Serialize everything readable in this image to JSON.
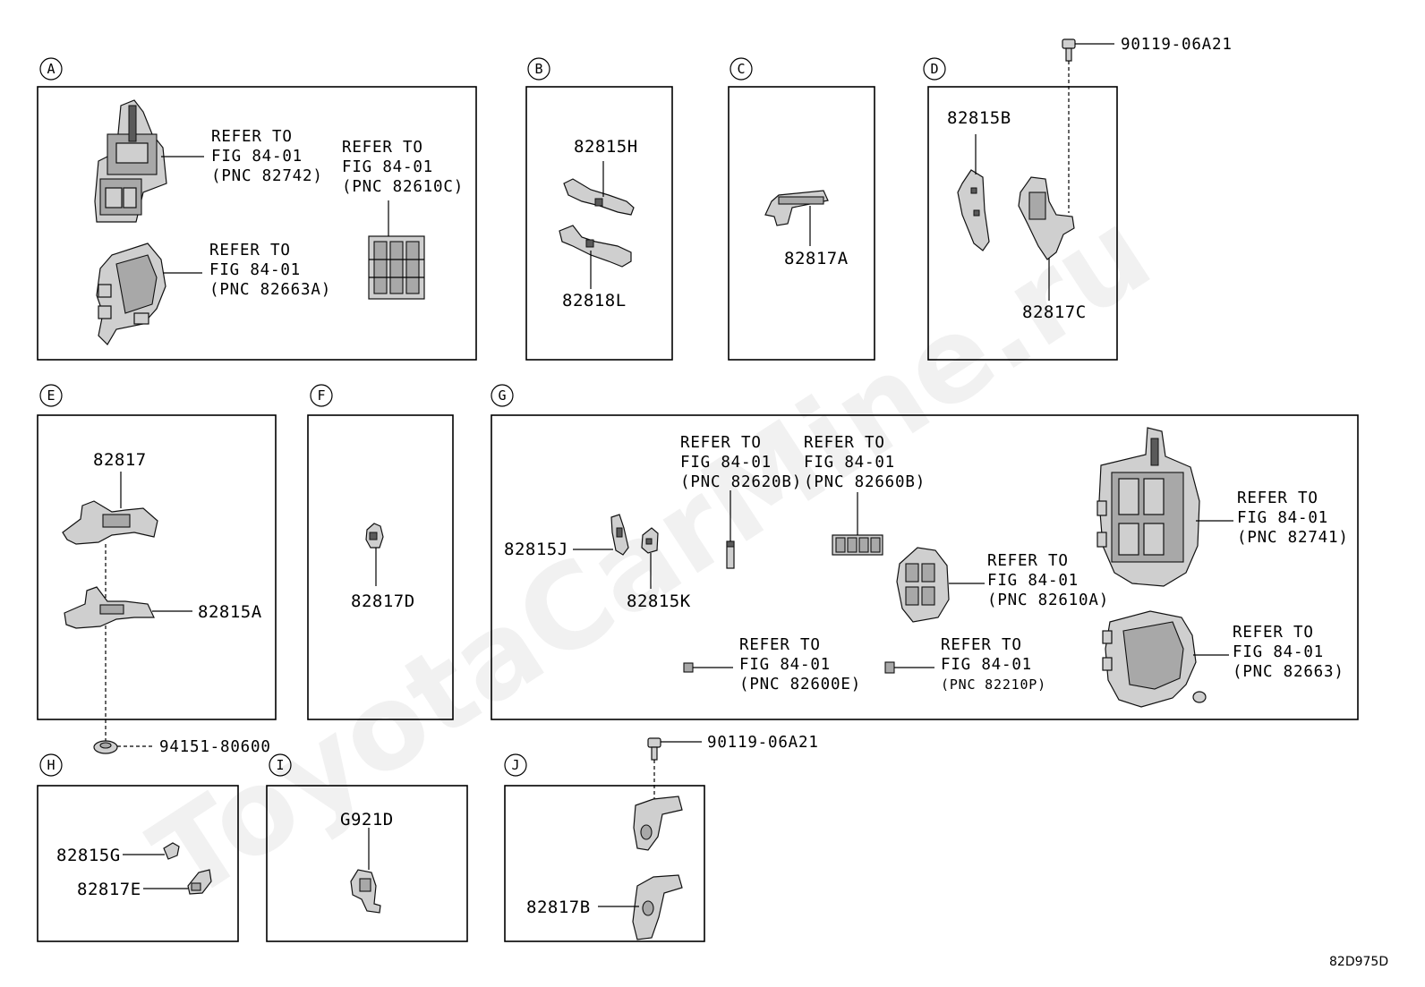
{
  "watermark": "ToyotaCarMine.ru",
  "figure_code": "82D975D",
  "sections": [
    "A",
    "B",
    "C",
    "D",
    "E",
    "F",
    "G",
    "H",
    "I",
    "J"
  ],
  "refer": {
    "line1": "REFER TO",
    "line2": "FIG 84-01",
    "pnc_82742": "(PNC 82742)",
    "pnc_82610c": "(PNC 82610C)",
    "pnc_82663a": "(PNC 82663A)",
    "pnc_82620b": "(PNC 82620B)",
    "pnc_82660b": "(PNC 82660B)",
    "pnc_82741": "(PNC 82741)",
    "pnc_82610a": "(PNC 82610A)",
    "pnc_82663": "(PNC 82663)",
    "pnc_82600e": "(PNC 82600E)",
    "pnc_82210p": "(PNC 82210P)"
  },
  "parts": {
    "p82815H": "82815H",
    "p82818L": "82818L",
    "p82817A": "82817A",
    "p82815B": "82815B",
    "p82817C": "82817C",
    "p90119_06A21": "90119-06A21",
    "p82817": "82817",
    "p82815A": "82815A",
    "p94151_80600": "94151-80600",
    "p82817D": "82817D",
    "p82815J": "82815J",
    "p82815K": "82815K",
    "p82815G": "82815G",
    "p82817E": "82817E",
    "pG921D": "G921D",
    "p82817B": "82817B"
  }
}
